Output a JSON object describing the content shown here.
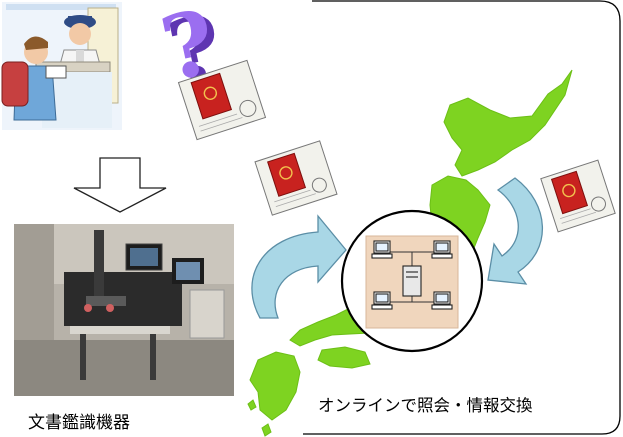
{
  "labels": {
    "document_device_caption": "文書鑑識機器",
    "online_exchange_caption": "オンラインで照会・情報交換"
  },
  "colors": {
    "japan_green": "#7ed321",
    "arrow_blue": "#a9d7e6",
    "arrow_edge": "#5b8ea6",
    "question_mark": "#8a56d8",
    "passport_red": "#c8221f",
    "network_panel": "#f0d6bd"
  },
  "icons": {
    "officer_scene": "immigration-counter-clipart",
    "question": "question-mark-icon",
    "passport": "passport-document-icon",
    "network": "computer-network-icon",
    "down_arrow": "hollow-down-arrow-icon"
  }
}
